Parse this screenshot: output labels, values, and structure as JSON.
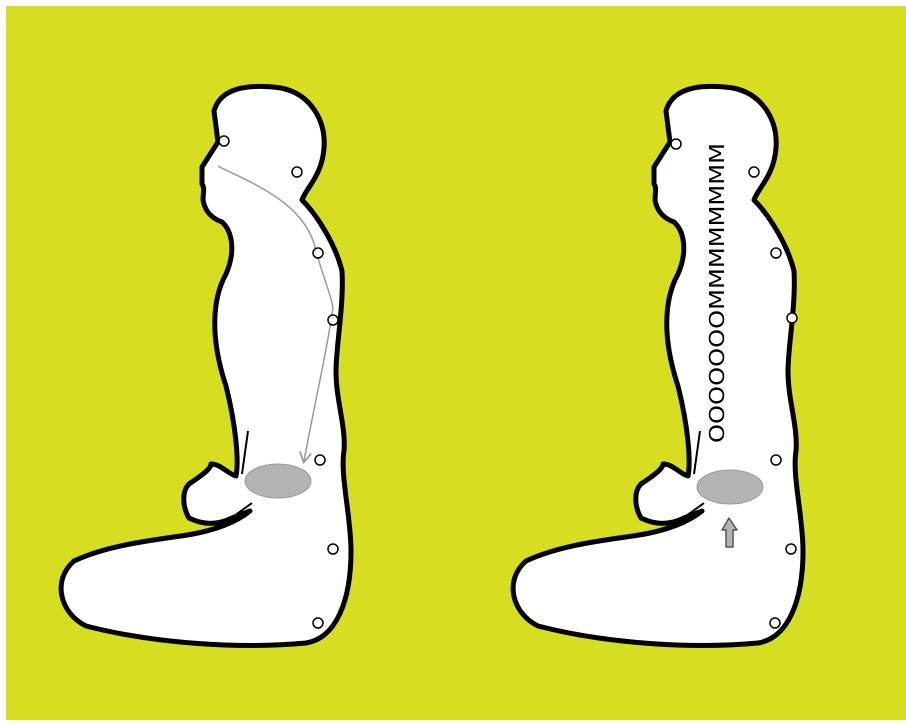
{
  "colors": {
    "background": "#d7dd21",
    "frame": "#ffffff",
    "body_fill": "#ffffff",
    "outline": "#000000",
    "point_fill": "#ffffff",
    "hara_fill": "#b3b3b3",
    "arrow_color": "#9a9a9a"
  },
  "figures": [
    {
      "name": "left-figure",
      "points_count": 7,
      "has_breath_path": true,
      "has_hara": true
    },
    {
      "name": "right-figure",
      "points_count": 7,
      "has_hara": true,
      "has_up_arrow": true,
      "chant": "OOOOOOOMMMMMMMM"
    }
  ]
}
